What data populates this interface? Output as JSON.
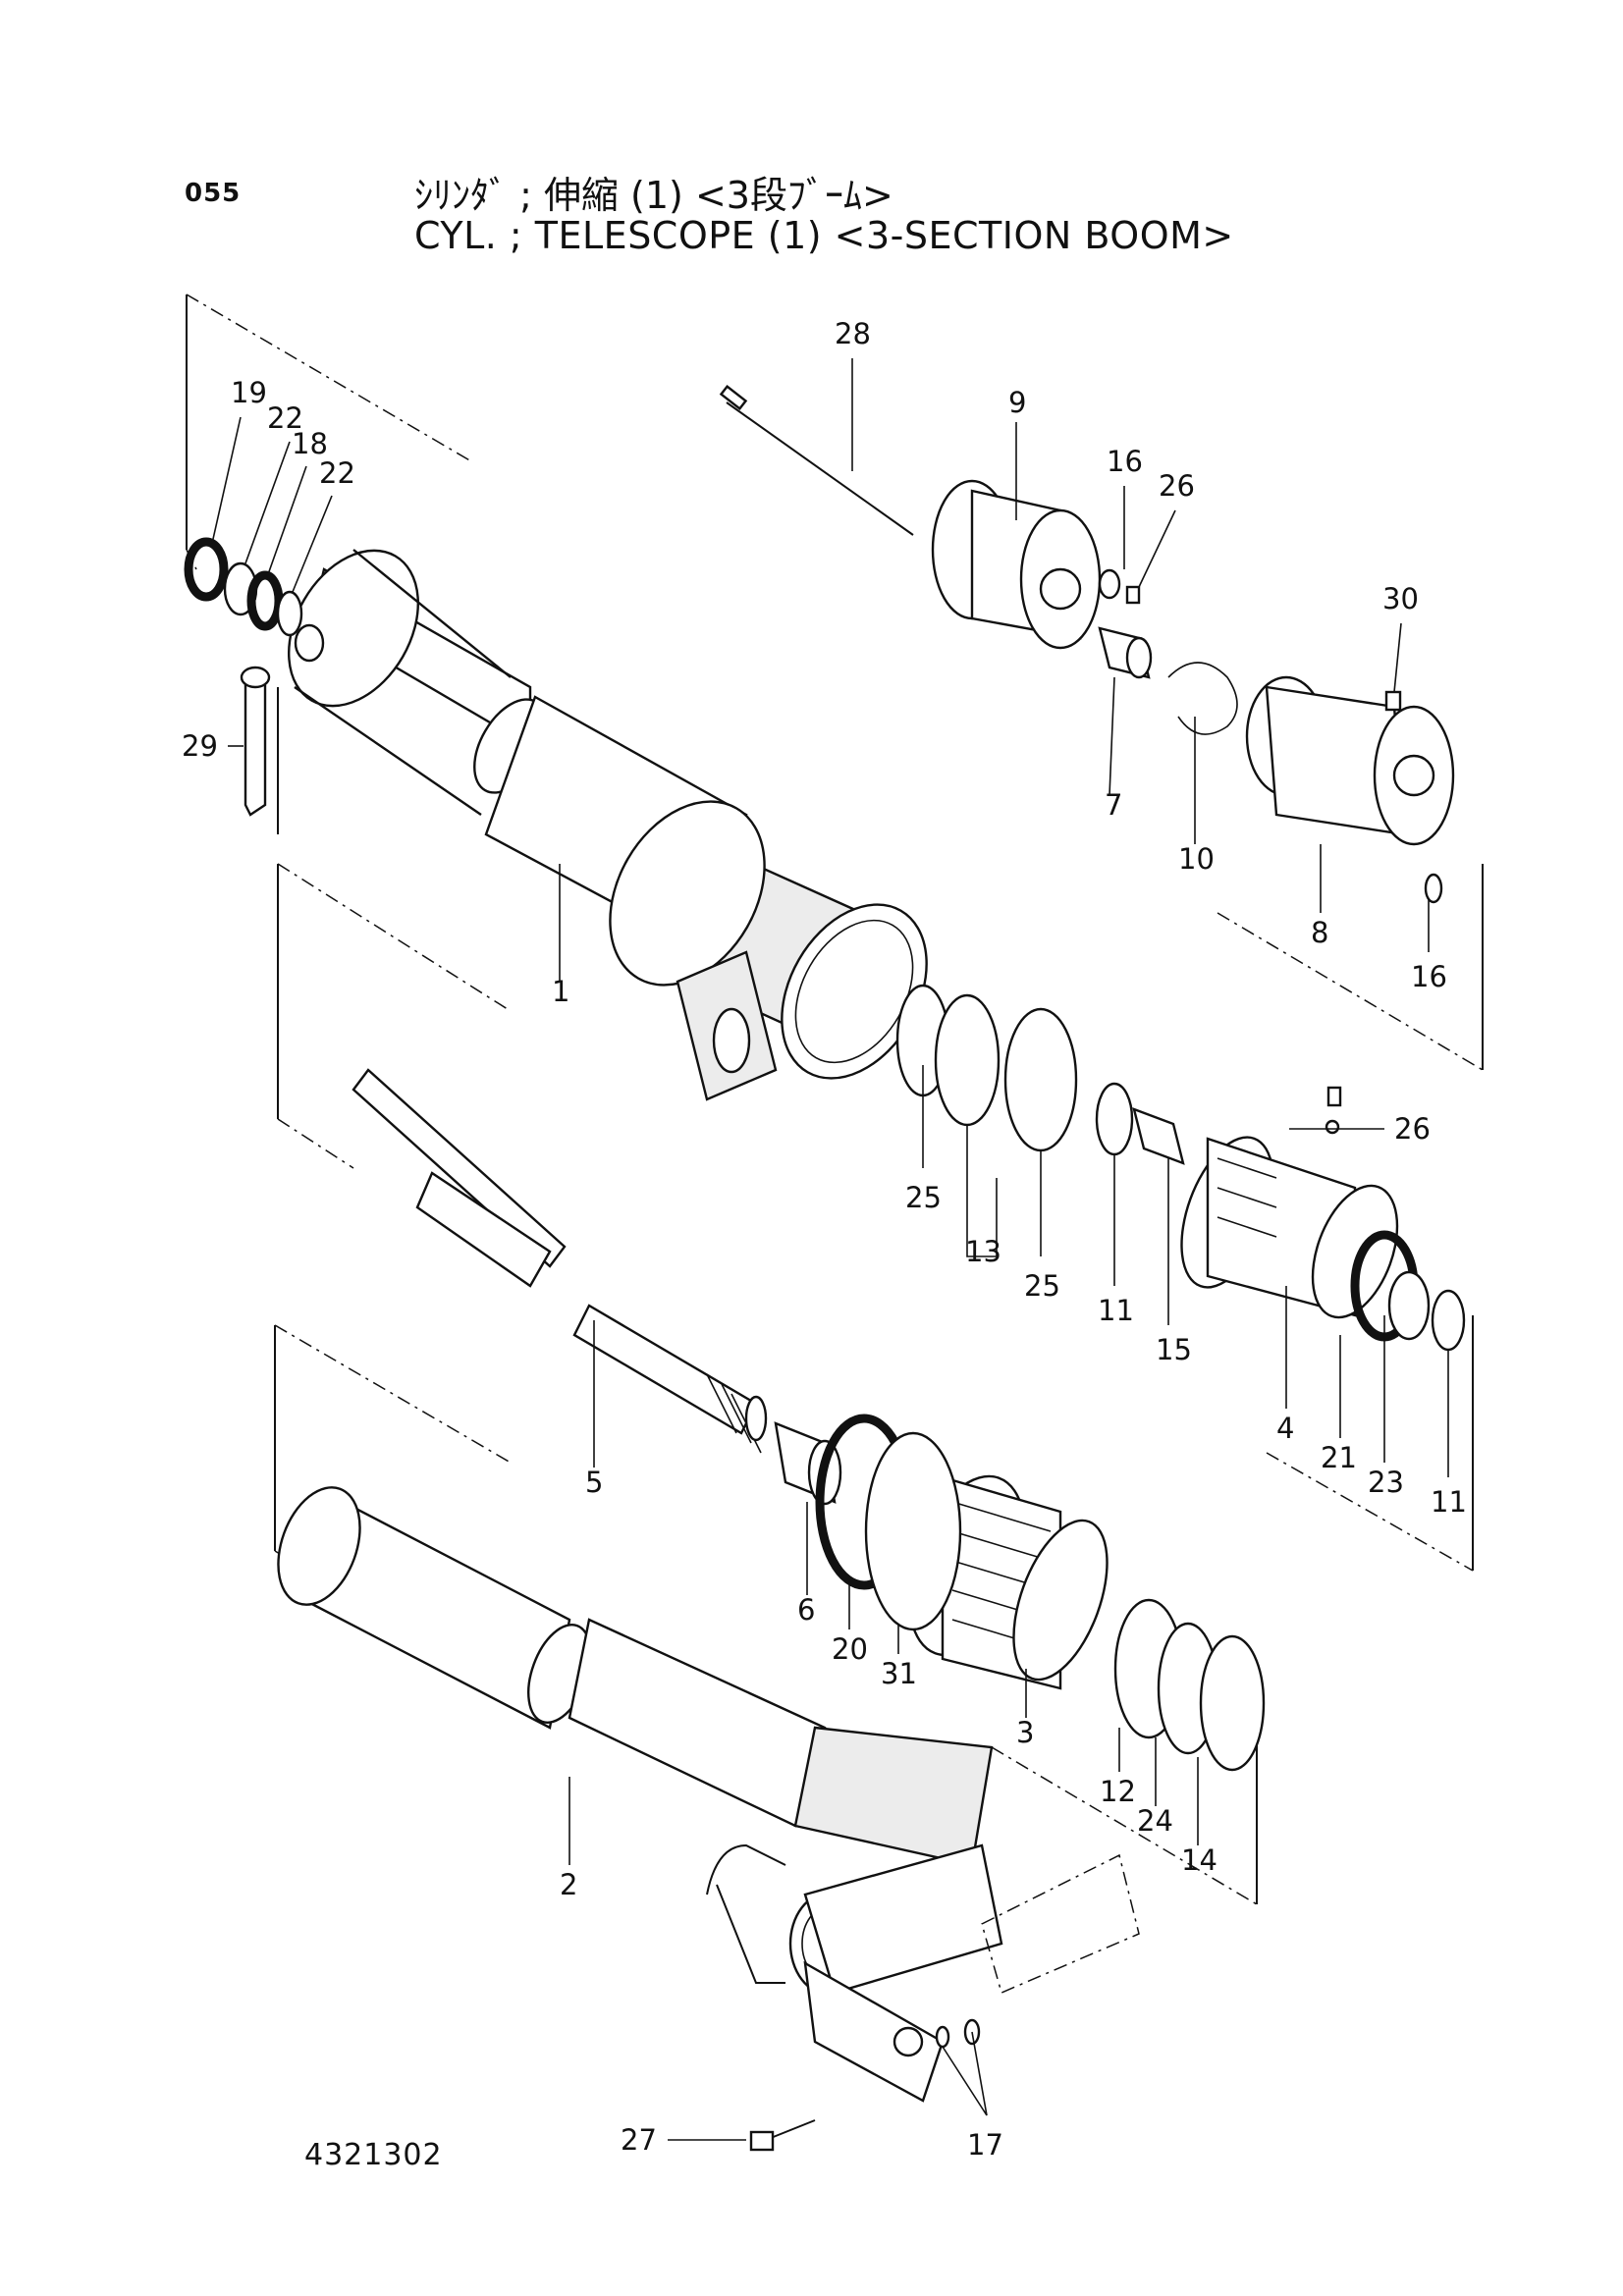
{
  "header": {
    "page_code": "055",
    "title_jp": "ｼﾘﾝﾀﾞ ; 伸縮 (1) <3段ﾌﾞｰﾑ>",
    "title_en": "CYL. ; TELESCOPE (1) <3-SECTION BOOM>"
  },
  "drawing_number": "4321302",
  "callouts": {
    "c1": "1",
    "c2": "2",
    "c3": "3",
    "c4": "4",
    "c5": "5",
    "c6": "6",
    "c7": "7",
    "c8": "8",
    "c9": "9",
    "c10": "10",
    "c11a": "11",
    "c11b": "11",
    "c12": "12",
    "c13": "13",
    "c14": "14",
    "c15": "15",
    "c16a": "16",
    "c16b": "16",
    "c17": "17",
    "c18": "18",
    "c19": "19",
    "c20": "20",
    "c21": "21",
    "c22a": "22",
    "c22b": "22",
    "c23": "23",
    "c24": "24",
    "c25a": "25",
    "c25b": "25",
    "c26a": "26",
    "c26b": "26",
    "c27": "27",
    "c28": "28",
    "c29": "29",
    "c30": "30",
    "c31": "31"
  }
}
